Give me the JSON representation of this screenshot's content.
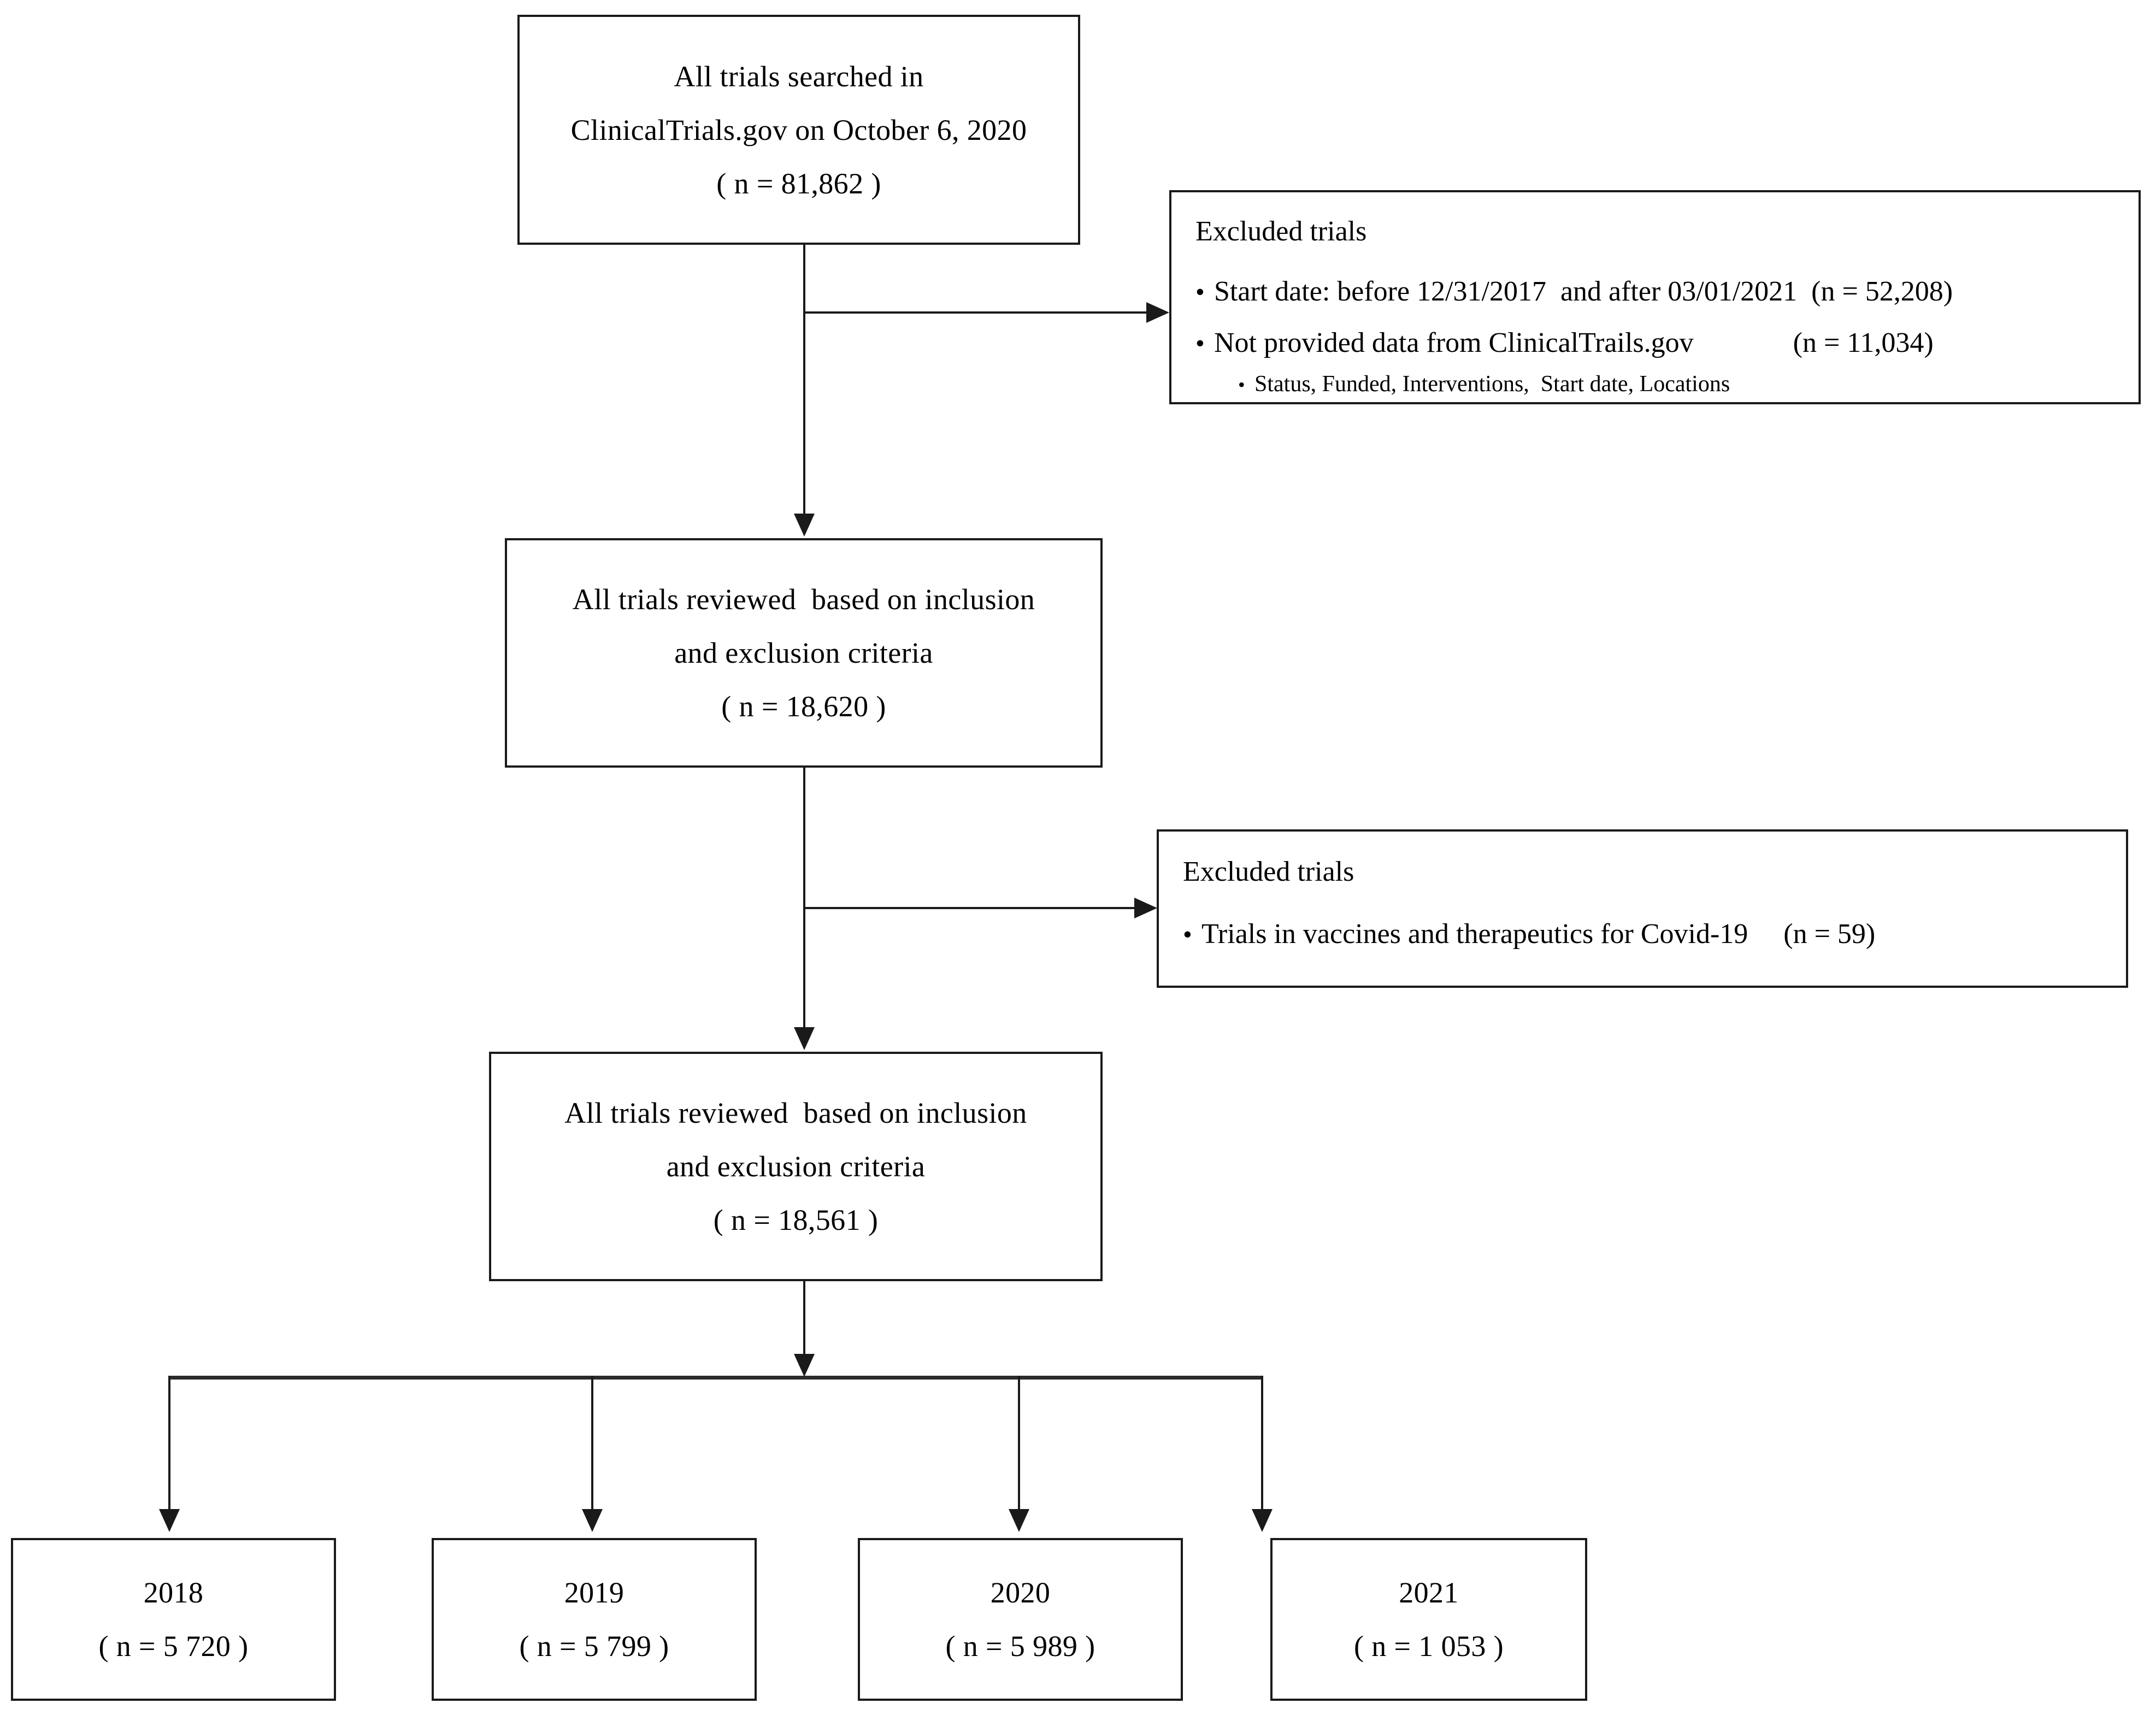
{
  "diagram": {
    "type": "flowchart",
    "title": "Clinical trials selection flow diagram",
    "nodes": {
      "searched": {
        "lines": [
          "All trials searched in",
          "ClinicalTrials.gov on October 6, 2020",
          "( n = 81,862 )"
        ]
      },
      "reviewed_1": {
        "lines": [
          "All trials reviewed  based on inclusion",
          "and exclusion criteria",
          "( n = 18,620 )"
        ]
      },
      "reviewed_2": {
        "lines": [
          "All trials reviewed  based on inclusion",
          "and exclusion criteria",
          "( n = 18,561 )"
        ]
      },
      "excluded_1": {
        "title": "Excluded trials",
        "bullets": [
          {
            "marker": "•",
            "text": "Start date: before 12/31/2017  and after 03/01/2021  (n = 52,208)"
          },
          {
            "marker": "•",
            "text": "Not provided data from ClinicalTrails.gov              (n = 11,034)"
          }
        ],
        "subbullets": [
          {
            "marker": "•",
            "text": "Status, Funded, Interventions,  Start date, Locations"
          }
        ]
      },
      "excluded_2": {
        "title": "Excluded trials",
        "bullets": [
          {
            "marker": "•",
            "text": "Trials in vaccines and therapeutics for Covid-19     (n = 59)"
          }
        ],
        "subbullets": []
      },
      "years": [
        {
          "year": "2018",
          "count": "( n = 5 720 )"
        },
        {
          "year": "2019",
          "count": "( n = 5 799 )"
        },
        {
          "year": "2020",
          "count": "( n = 5 989 )"
        },
        {
          "year": "2021",
          "count": "( n = 1 053 )"
        }
      ]
    },
    "colors": {
      "stroke": "#1a1a1a",
      "background": "#ffffff",
      "text": "#000000"
    }
  }
}
